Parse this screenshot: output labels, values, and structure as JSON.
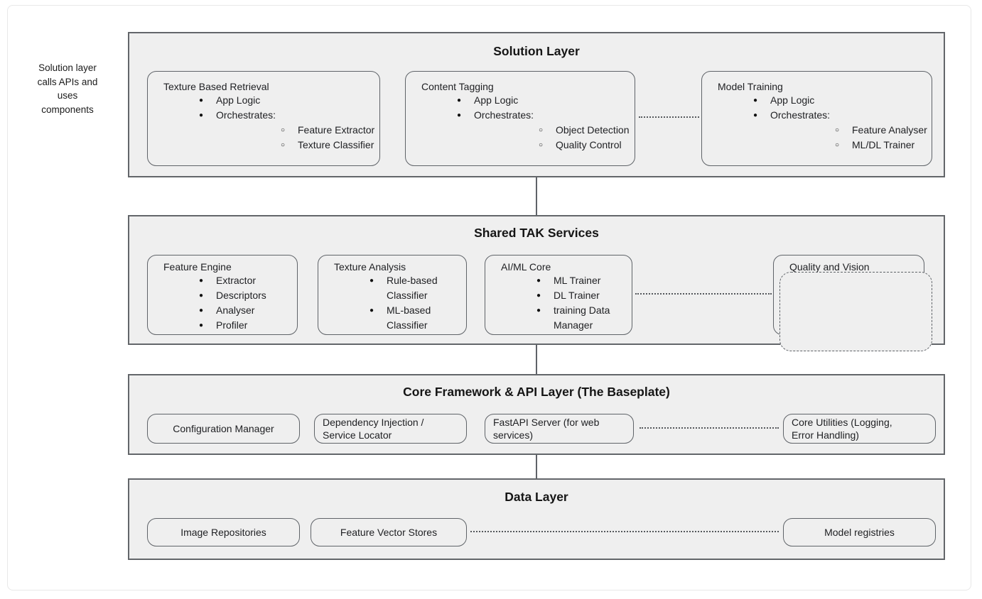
{
  "side_note": "Solution layer\ncalls APIs  and\nuses\ncomponents",
  "layers": [
    {
      "title": "Solution Layer",
      "boxes": [
        {
          "title": "Texture Based Retrieval",
          "items": [
            {
              "level": 1,
              "text": "App Logic"
            },
            {
              "level": 1,
              "text": "Orchestrates:"
            },
            {
              "level": 2,
              "text": "Feature Extractor"
            },
            {
              "level": 2,
              "text": "Texture Classifier"
            }
          ]
        },
        {
          "title": "Content Tagging",
          "items": [
            {
              "level": 1,
              "text": "App Logic"
            },
            {
              "level": 1,
              "text": "Orchestrates:"
            },
            {
              "level": 2,
              "text": "Object Detection"
            },
            {
              "level": 2,
              "text": "Quality Control"
            }
          ]
        },
        {
          "title": "Model Training",
          "items": [
            {
              "level": 1,
              "text": "App Logic"
            },
            {
              "level": 1,
              "text": "Orchestrates:"
            },
            {
              "level": 2,
              "text": "Feature Analyser"
            },
            {
              "level": 2,
              "text": "ML/DL Trainer"
            }
          ]
        }
      ]
    },
    {
      "title": "Shared TAK Services",
      "boxes": [
        {
          "title": "Feature Engine",
          "items": [
            {
              "level": 1,
              "text": "Extractor"
            },
            {
              "level": 1,
              "text": "Descriptors"
            },
            {
              "level": 1,
              "text": "Analyser"
            },
            {
              "level": 1,
              "text": "Profiler"
            }
          ]
        },
        {
          "title": "Texture Analysis",
          "items": [
            {
              "level": 1,
              "text": "Rule-based Classifier"
            },
            {
              "level": 1,
              "text": "ML-based Classifier"
            }
          ]
        },
        {
          "title": "AI/ML Core",
          "items": [
            {
              "level": 1,
              "text": "ML Trainer"
            },
            {
              "level": 1,
              "text": "DL Trainer"
            },
            {
              "level": 1,
              "text": "training Data Manager"
            }
          ]
        },
        {
          "title": "Quality and Vision",
          "items": []
        }
      ]
    },
    {
      "title": "Core Framework & API Layer (The Baseplate)",
      "boxes": [
        {
          "title": "Configuration Manager"
        },
        {
          "title": "Dependency Injection / Service Locator"
        },
        {
          "title": "FastAPI Server (for web services)"
        },
        {
          "title": "Core Utilities (Logging, Error Handling)"
        }
      ]
    },
    {
      "title": "Data Layer",
      "boxes": [
        {
          "title": "Image Repositories"
        },
        {
          "title": "Feature Vector Stores"
        },
        {
          "title": "Model registries"
        }
      ]
    }
  ]
}
